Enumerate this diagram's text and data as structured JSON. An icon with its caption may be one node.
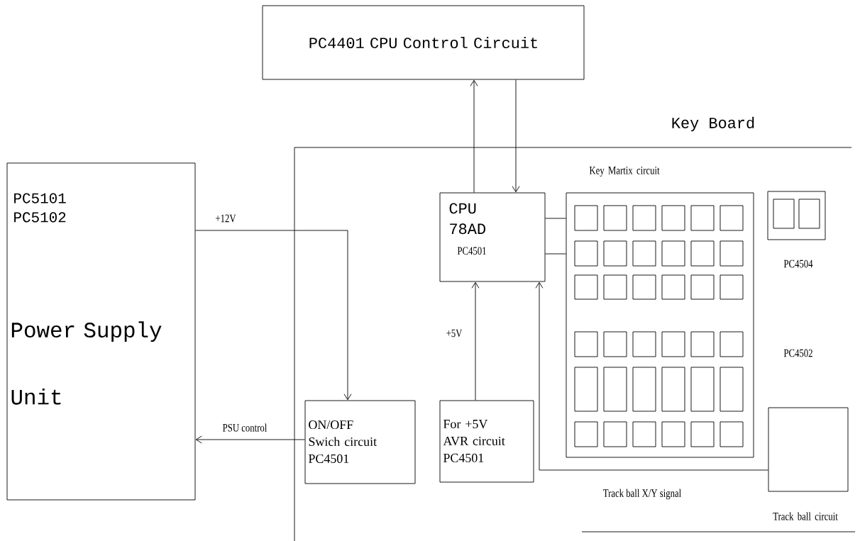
{
  "diagram": {
    "nodes": [
      {
        "text": [
          "PC4401 CPU Control Circuit"
        ]
      },
      {
        "text": [
          "PC5101 PC5102",
          "Power Supply Unit"
        ]
      },
      {
        "text": [
          "CPU 78AD",
          "PC4501"
        ]
      },
      {
        "text": [
          "Key Martix circuit"
        ]
      },
      {
        "text": [
          "PC4504"
        ]
      },
      {
        "text": [
          "ON/OFF Swich circuit PC4501"
        ]
      },
      {
        "text": [
          "For +5V AVR circuit PC4501"
        ]
      },
      {
        "text": [
          "Track ball circuit"
        ]
      }
    ],
    "edges": [
      {
        "from": 2,
        "to": 0,
        "arrow": "to"
      },
      {
        "from": 0,
        "to": 2,
        "arrow": "to"
      },
      {
        "from": 1,
        "to": 5,
        "arrow": "to",
        "label": "+12V"
      },
      {
        "from": 5,
        "to": 1,
        "arrow": "to",
        "label": "PSU control"
      },
      {
        "from": 6,
        "to": 2,
        "arrow": "to",
        "label": "+5V"
      },
      {
        "from": 7,
        "to": 2,
        "arrow": "to",
        "label": "Track ball X/Y signal"
      },
      {
        "from": 2,
        "to": 3,
        "arrow": "none"
      },
      {
        "from": 2,
        "to": 3,
        "arrow": "none"
      }
    ],
    "labels": [
      "Key Board",
      "PC4502"
    ]
  }
}
